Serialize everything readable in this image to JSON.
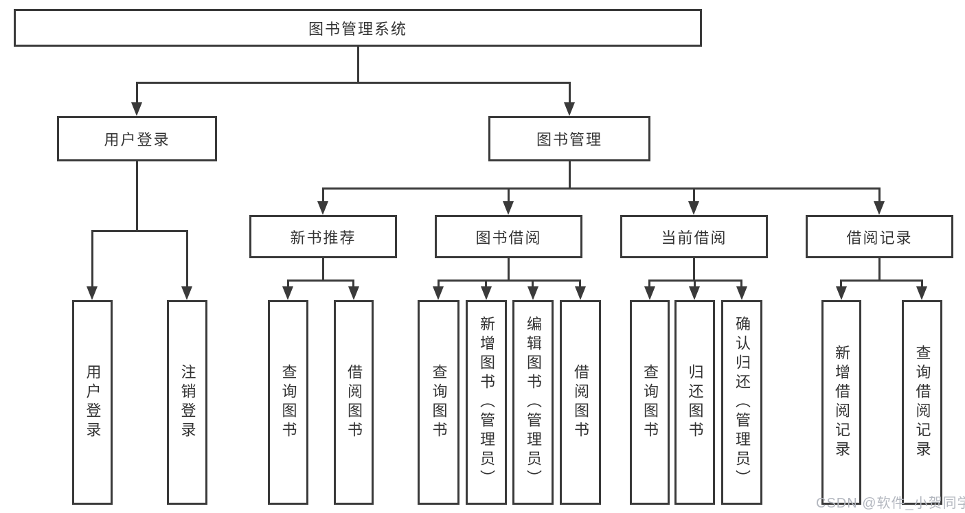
{
  "diagram_title": "图书管理系统",
  "colors": {
    "line": "#3a3a3a",
    "text": "#333333",
    "background": "#ffffff",
    "watermark": "#b4b8c0"
  },
  "watermark": "CSDN @软件_小贺同学",
  "tree": {
    "root": {
      "label": "图书管理系统",
      "children": [
        {
          "label": "用户登录",
          "children": [
            {
              "label": "用户登录"
            },
            {
              "label": "注销登录"
            }
          ]
        },
        {
          "label": "图书管理",
          "children": [
            {
              "label": "新书推荐",
              "children": [
                {
                  "label": "查询图书"
                },
                {
                  "label": "借阅图书"
                }
              ]
            },
            {
              "label": "图书借阅",
              "children": [
                {
                  "label": "查询图书"
                },
                {
                  "label": "新增图书（管理员）"
                },
                {
                  "label": "编辑图书（管理员）"
                },
                {
                  "label": "借阅图书"
                }
              ]
            },
            {
              "label": "当前借阅",
              "children": [
                {
                  "label": "查询图书"
                },
                {
                  "label": "归还图书"
                },
                {
                  "label": "确认归还（管理员）"
                }
              ]
            },
            {
              "label": "借阅记录",
              "children": [
                {
                  "label": "新增借阅记录"
                },
                {
                  "label": "查询借阅记录"
                }
              ]
            }
          ]
        }
      ]
    }
  }
}
